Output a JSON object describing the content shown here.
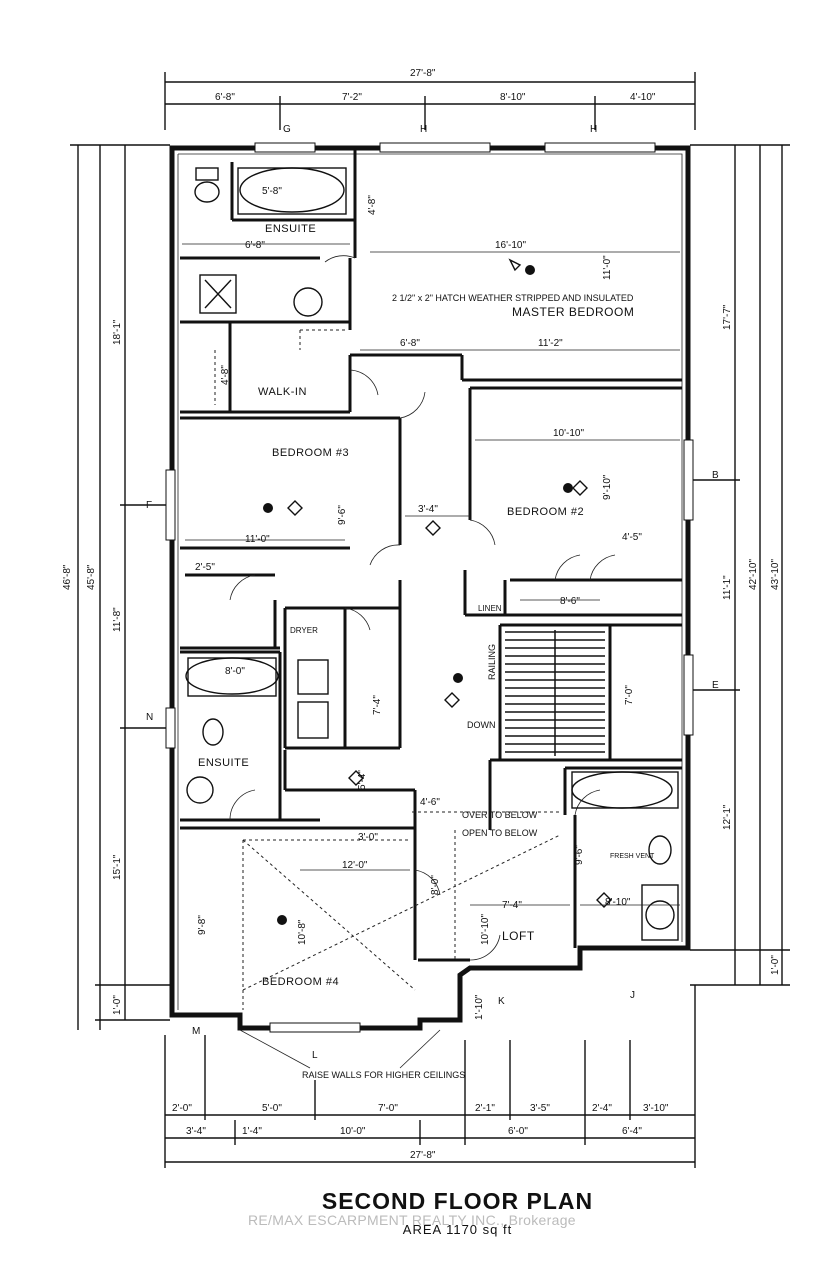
{
  "plan": {
    "title": "SECOND FLOOR PLAN",
    "area": "AREA 1170 sq ft",
    "watermark": "RE/MAX ESCARPMENT REALTY INC., Brokerage"
  },
  "rooms": {
    "master_bedroom": "MASTER BEDROOM",
    "ensuite_top": "ENSUITE",
    "walk_in": "WALK-IN",
    "bedroom_3": "BEDROOM #3",
    "bedroom_2": "BEDROOM #2",
    "ensuite_left": "ENSUITE",
    "bedroom_4": "BEDROOM #4",
    "loft": "LOFT",
    "dryer": "DRYER",
    "linen": "LINEN"
  },
  "notes": {
    "weather_stripped": "2 1/2\" x 2\" HATCH WEATHER STRIPPED AND INSULATED",
    "raise_walls": "RAISE WALLS FOR HIGHER CEILINGS",
    "railing": "RAILING",
    "down": "DOWN",
    "above": "OVER TO BELOW",
    "open_to_below": "OPEN TO BELOW",
    "fresh_vent": "FRESH VENT"
  },
  "dimensions": {
    "top_overall": "27'-8\"",
    "top_1": "6'-8\"",
    "top_2": "7'-2\"",
    "top_3": "8'-10\"",
    "top_4": "4'-10\"",
    "bottom_overall": "27'-8\"",
    "bottom_a1": "2'-0\"",
    "bottom_a2": "5'-0\"",
    "bottom_a3": "7'-0\"",
    "bottom_a4": "2'-1\"",
    "bottom_a5": "3'-5\"",
    "bottom_a6": "2'-4\"",
    "bottom_a7": "3'-10\"",
    "bottom_b1": "3'-4\"",
    "bottom_b2": "1'-4\"",
    "bottom_b3": "10'-0\"",
    "bottom_b4": "6'-0\"",
    "bottom_b5": "6'-4\"",
    "left_overall": "46'-8\"",
    "left_2": "45'-8\"",
    "left_a": "18'-1\"",
    "left_b": "11'-8\"",
    "left_c": "15'-1\"",
    "left_d": "1'-0\"",
    "right_overall": "43'-10\"",
    "right_2": "42'-10\"",
    "right_a": "17'-7\"",
    "right_b": "11'-1\"",
    "right_c": "12'-1\"",
    "right_d": "1'-0\"",
    "ensuite_w": "5'-8\"",
    "ensuite_d": "6'-8\"",
    "ensuite_h": "4'-8\"",
    "master_w": "16'-10\"",
    "master_d": "11'-2\"",
    "master_d2": "11'-0\"",
    "master_s": "6'-8\"",
    "walkin": "4'-8\"",
    "bed3_w": "11'-0\"",
    "bed3_d": "9'-6\"",
    "hall": "3'-4\"",
    "bed2_w": "10'-10\"",
    "bed2_d": "9'-10\"",
    "bed2_c": "4'-5\"",
    "linen": "2'-5\"",
    "dryer": "5'-4\"",
    "ens2_w": "8'-0\"",
    "ens2_d": "7'-4\"",
    "closet": "8'-6\"",
    "stair": "7'-0\"",
    "bed4_a": "9'-8\"",
    "bed4_b": "10'-8\"",
    "bed4_c": "12'-0\"",
    "loft_w": "7'-4\"",
    "loft_d": "10'-10\"",
    "loft_e": "8'-0\"",
    "bath_w": "8'-10\"",
    "bath_d": "9'-6\"",
    "bot_c": "1'-10\"",
    "hall2": "4'-6\"",
    "hall3": "3'-0\""
  },
  "grid_letters": {
    "g_top_1": "G",
    "g_top_2": "H",
    "g_top_3": "H",
    "g_left_1": "F",
    "g_left_2": "N",
    "g_right_1": "B",
    "g_right_2": "E",
    "g_bot_m": "M",
    "g_bot_l": "L",
    "g_bot_k": "K",
    "g_bot_j": "J"
  }
}
